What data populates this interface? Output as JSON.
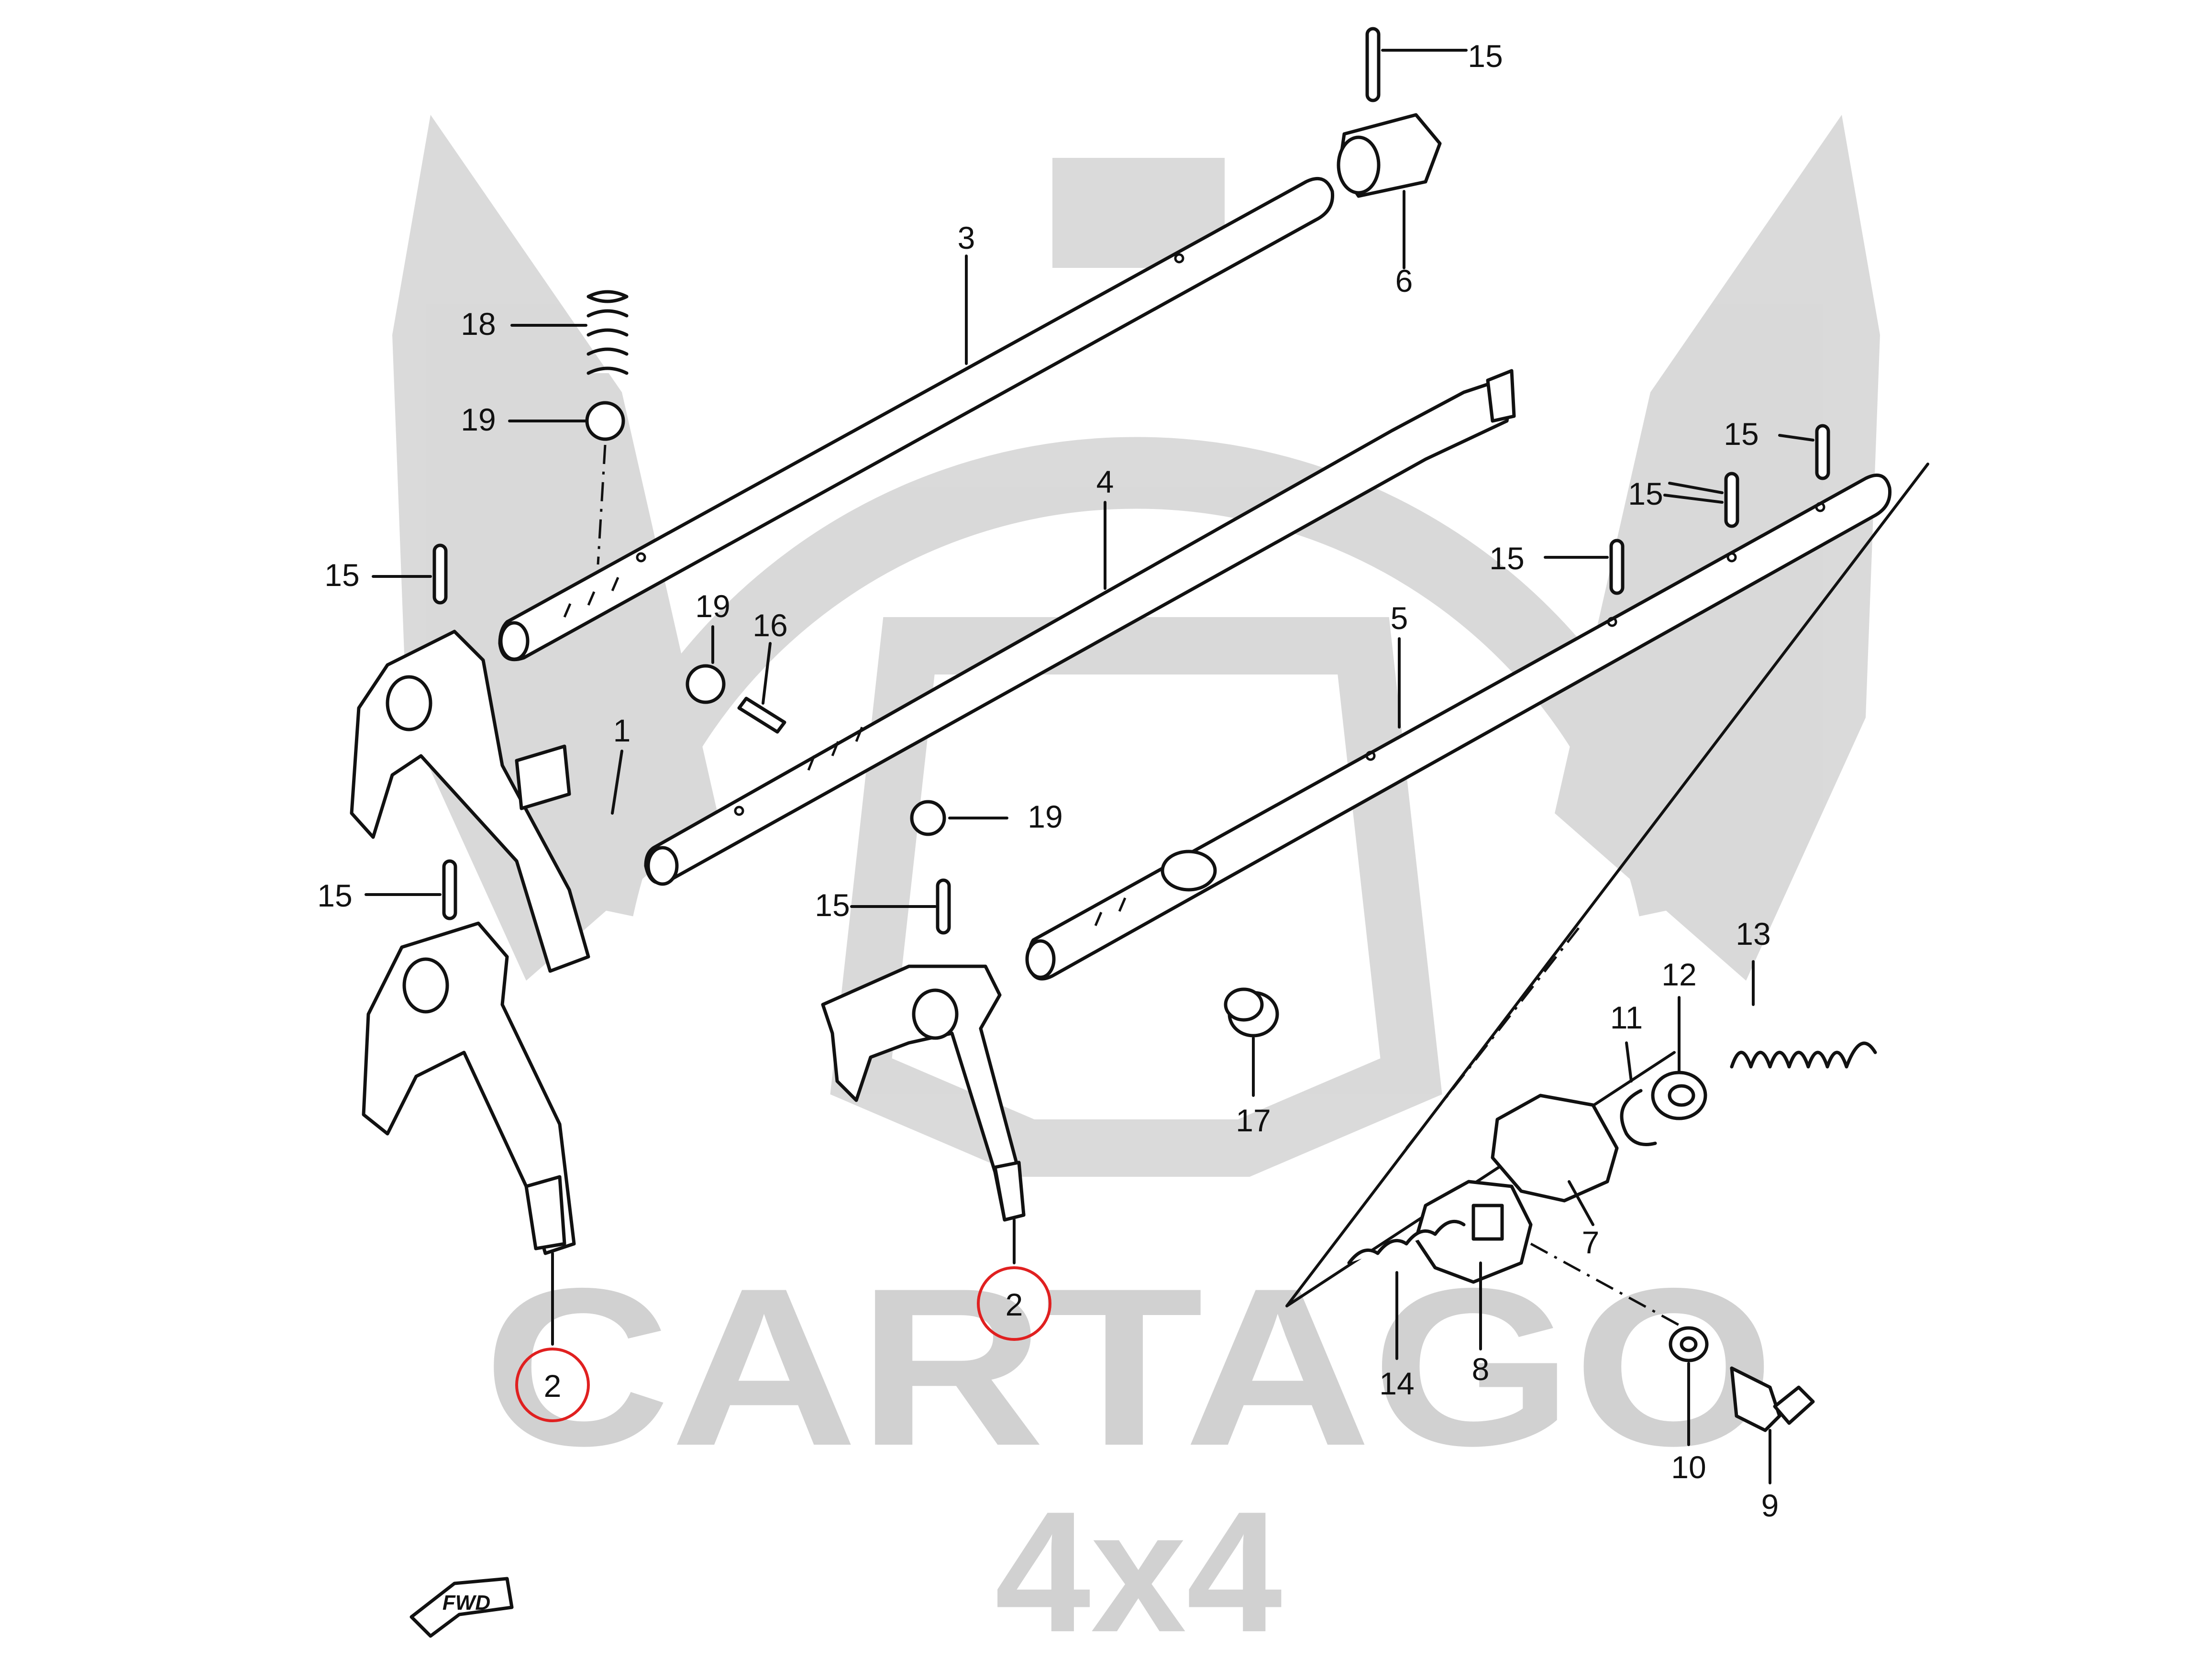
{
  "watermark": {
    "brand": "CARTAGO",
    "sub": "4x4",
    "color": "#cfcfcf"
  },
  "highlight_color": "#e02020",
  "callouts": [
    {
      "id": "c15a",
      "label": "15"
    },
    {
      "id": "c6",
      "label": "6"
    },
    {
      "id": "c3",
      "label": "3"
    },
    {
      "id": "c18",
      "label": "18"
    },
    {
      "id": "c19a",
      "label": "19"
    },
    {
      "id": "c4",
      "label": "4"
    },
    {
      "id": "c15b",
      "label": "15"
    },
    {
      "id": "c15c",
      "label": "15"
    },
    {
      "id": "c15d",
      "label": "15"
    },
    {
      "id": "c15e",
      "label": "15"
    },
    {
      "id": "c19b",
      "label": "19"
    },
    {
      "id": "c16",
      "label": "16"
    },
    {
      "id": "c5",
      "label": "5"
    },
    {
      "id": "c1",
      "label": "1"
    },
    {
      "id": "c15f",
      "label": "15"
    },
    {
      "id": "c19c",
      "label": "19"
    },
    {
      "id": "c15g",
      "label": "15"
    },
    {
      "id": "c13",
      "label": "13"
    },
    {
      "id": "c12",
      "label": "12"
    },
    {
      "id": "c11",
      "label": "11"
    },
    {
      "id": "c17",
      "label": "17"
    },
    {
      "id": "c7",
      "label": "7"
    },
    {
      "id": "c2a",
      "label": "2"
    },
    {
      "id": "c2b",
      "label": "2"
    },
    {
      "id": "c14",
      "label": "14"
    },
    {
      "id": "c8",
      "label": "8"
    },
    {
      "id": "c10",
      "label": "10"
    },
    {
      "id": "c9",
      "label": "9"
    }
  ],
  "fwd_label": "FWD"
}
